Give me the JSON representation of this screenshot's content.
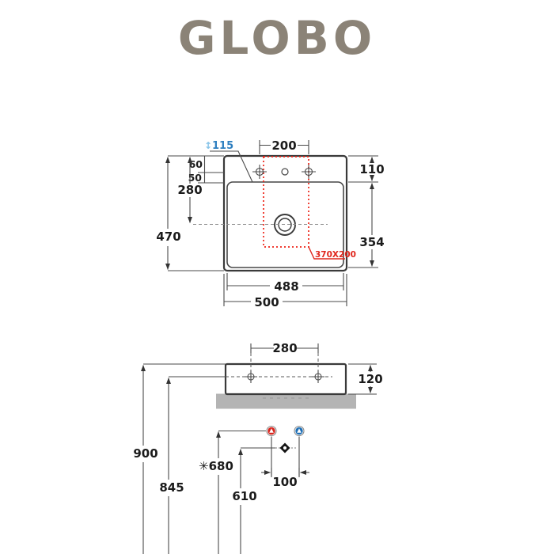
{
  "logo": {
    "text": "GLOBO",
    "color": "#8b8377"
  },
  "colors": {
    "line": "#3a3a3a",
    "dim_text": "#1b1b1b",
    "red_accent": "#e0261c",
    "blue_accent": "#2e7fc0",
    "blue_light": "#85c3e8",
    "slab_gray": "#b4b4b4",
    "hot_red": "#d8241c",
    "cold_blue": "#1f6fb5"
  },
  "top_view": {
    "dim_faucet_holes_spacing": "200",
    "dim_hole_offset_back": "60",
    "dim_hole_to_bowl": "50",
    "dim_drain_from_back": "280",
    "dim_total_depth": "470",
    "dim_back_ledge": "110",
    "dim_bowl_depth": "354",
    "dim_inner_width": "488",
    "dim_total_width": "500",
    "recess_label": "370X200",
    "siphon_arrow": "↕",
    "siphon_value": "115"
  },
  "front_view": {
    "dim_holes_spacing": "280",
    "dim_basin_height": "120"
  },
  "installation": {
    "dim_rim_height": "900",
    "dim_holes_height": "845",
    "dim_supply_height": "✳680",
    "dim_drain_height": "610",
    "dim_supply_spacing": "100"
  },
  "icons": {
    "hot": "hot-water-icon",
    "cold": "cold-water-icon",
    "drain": "drain-icon"
  }
}
